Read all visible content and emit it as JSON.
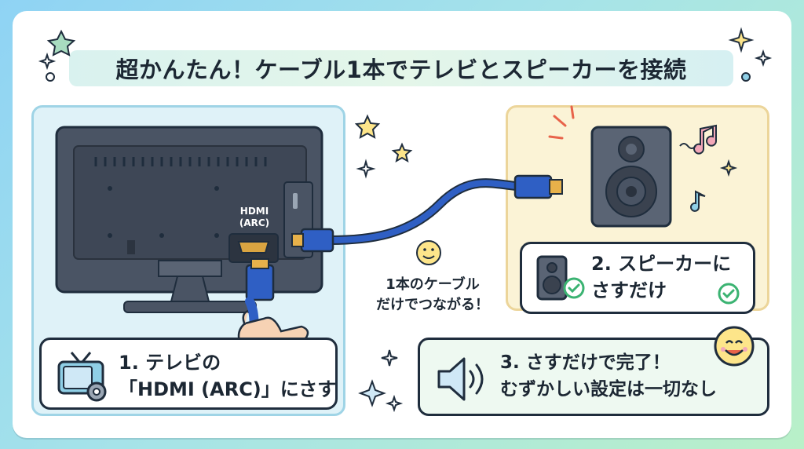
{
  "title": "超かんたん！ケーブル1本でテレビとスピーカーを接続",
  "tv": {
    "port_label_line1": "HDMI",
    "port_label_line2": "(ARC)"
  },
  "step1": {
    "line1": "1. テレビの",
    "line2": "「HDMI (ARC)」にさす",
    "icon": "tv-gear-icon"
  },
  "step2": {
    "line1": "2. スピーカーに",
    "line2": "さすだけ",
    "icon": "speaker-check-icon"
  },
  "step3": {
    "line1": "3. さすだけで完了！",
    "line2": "むずかしい設定は一切なし",
    "icon": "volume-icon"
  },
  "cable_note": {
    "line1": "1本のケーブル",
    "line2": "だけでつながる！"
  },
  "colors": {
    "cable": "#2f5fc4",
    "tv_body": "#3e4756",
    "outline": "#1f2d3d",
    "check": "#3bb372"
  }
}
